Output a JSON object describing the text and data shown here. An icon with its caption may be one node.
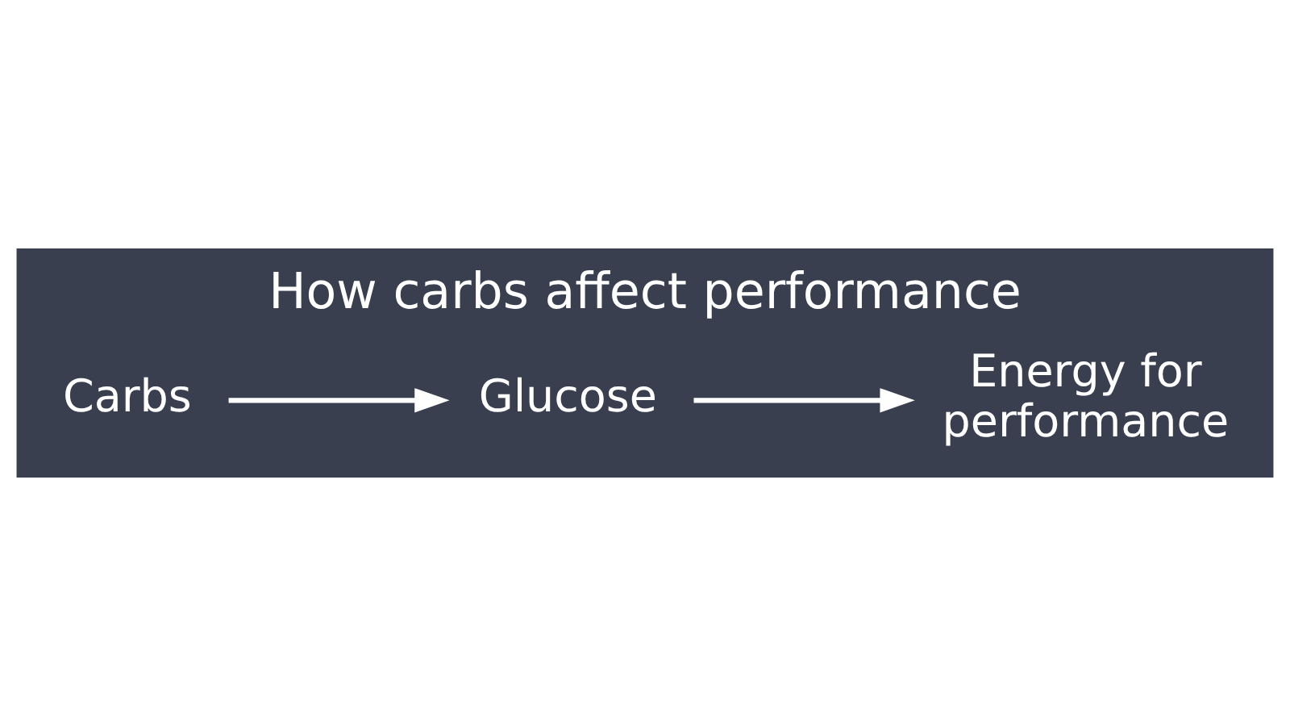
{
  "diagram": {
    "title": "How carbs affect performance",
    "nodes": [
      {
        "text": [
          "Carbs"
        ]
      },
      {
        "text": [
          "Glucose"
        ]
      },
      {
        "text": [
          "Energy for performance"
        ]
      }
    ],
    "edges": [
      {
        "from": 0,
        "to": 1,
        "arrow": "to"
      },
      {
        "from": 1,
        "to": 2,
        "arrow": "to"
      }
    ]
  }
}
